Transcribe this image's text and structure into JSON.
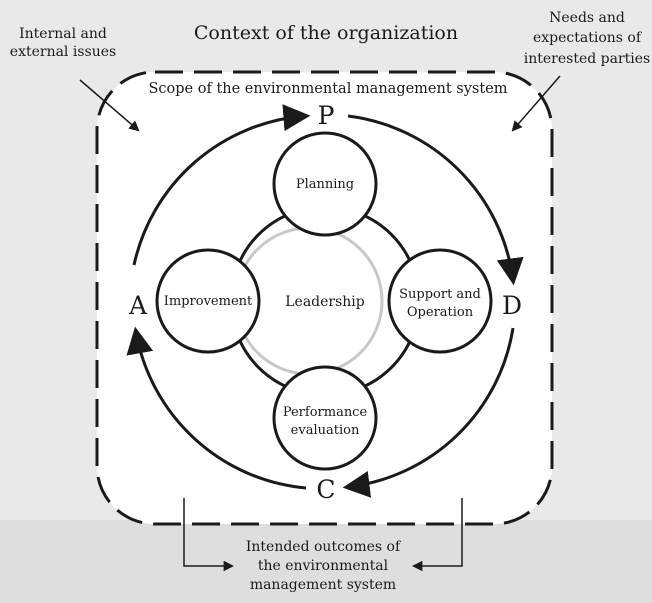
{
  "title": "Context of the organization",
  "top_left_note": [
    "Internal and",
    "external issues"
  ],
  "top_right_note": [
    "Needs and",
    "expectations of",
    "interested parties"
  ],
  "scope_label": "Scope of the environmental management system",
  "pdca": {
    "p": "P",
    "d": "D",
    "c": "C",
    "a": "A"
  },
  "center_label": "Leadership",
  "nodes": {
    "planning": [
      "Planning"
    ],
    "support": [
      "Support and",
      "Operation"
    ],
    "performance": [
      "Performance",
      "evaluation"
    ],
    "improvement": [
      "Improvement"
    ]
  },
  "outcomes_label": [
    "Intended outcomes of",
    "the environmental",
    "management system"
  ]
}
